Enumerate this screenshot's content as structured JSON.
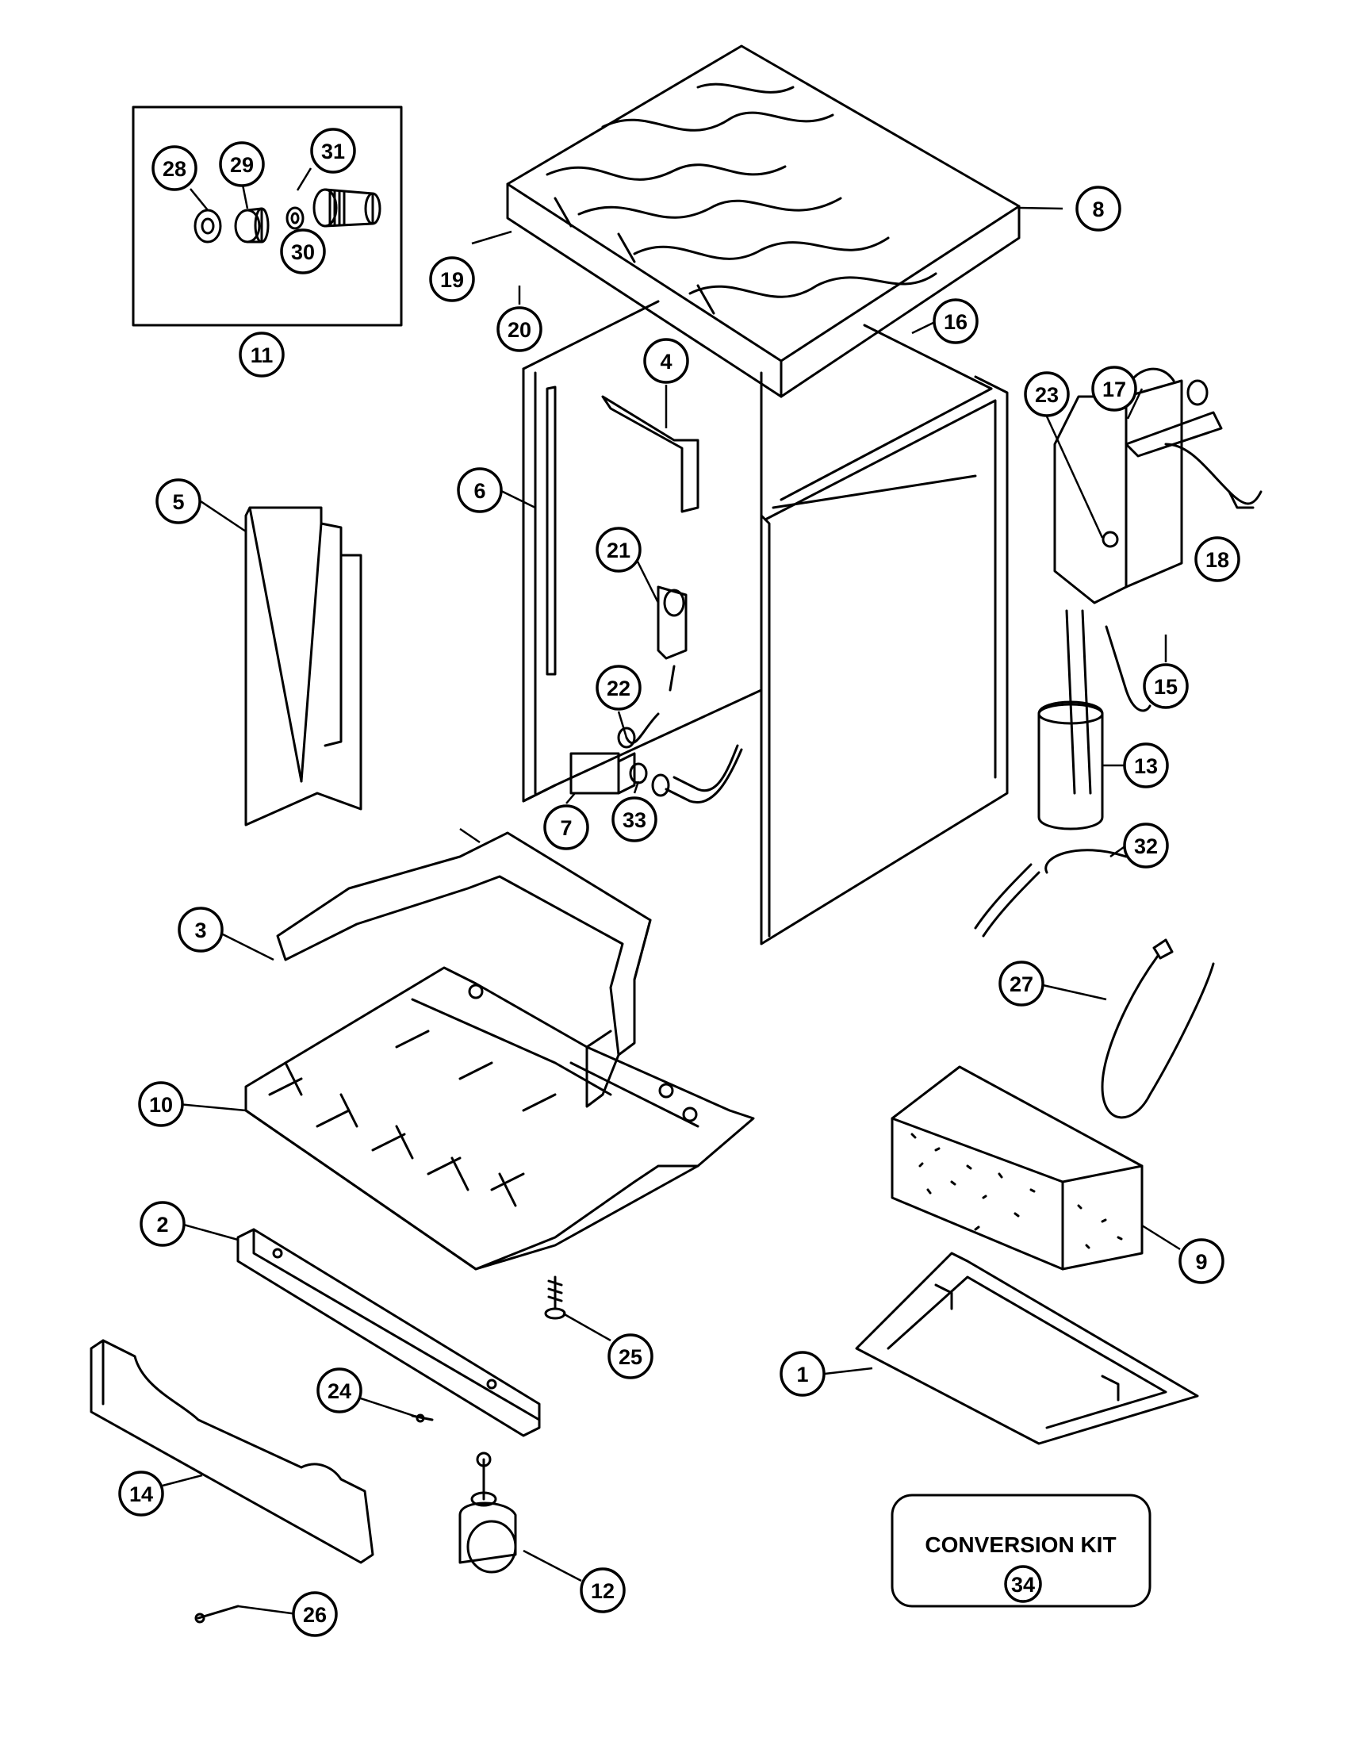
{
  "callouts": [
    {
      "id": "c28",
      "label": "28"
    },
    {
      "id": "c29",
      "label": "29"
    },
    {
      "id": "c31",
      "label": "31"
    },
    {
      "id": "c30",
      "label": "30"
    },
    {
      "id": "c11",
      "label": "11"
    },
    {
      "id": "c19",
      "label": "19"
    },
    {
      "id": "c20",
      "label": "20"
    },
    {
      "id": "c8",
      "label": "8"
    },
    {
      "id": "c16",
      "label": "16"
    },
    {
      "id": "c4",
      "label": "4"
    },
    {
      "id": "c17",
      "label": "17"
    },
    {
      "id": "c23",
      "label": "23"
    },
    {
      "id": "c5",
      "label": "5"
    },
    {
      "id": "c6",
      "label": "6"
    },
    {
      "id": "c21",
      "label": "21"
    },
    {
      "id": "c18",
      "label": "18"
    },
    {
      "id": "c15",
      "label": "15"
    },
    {
      "id": "c22",
      "label": "22"
    },
    {
      "id": "c13",
      "label": "13"
    },
    {
      "id": "c7",
      "label": "7"
    },
    {
      "id": "c33",
      "label": "33"
    },
    {
      "id": "c32",
      "label": "32"
    },
    {
      "id": "c3",
      "label": "3"
    },
    {
      "id": "c27",
      "label": "27"
    },
    {
      "id": "c10",
      "label": "10"
    },
    {
      "id": "c2",
      "label": "2"
    },
    {
      "id": "c9",
      "label": "9"
    },
    {
      "id": "c25",
      "label": "25"
    },
    {
      "id": "c1",
      "label": "1"
    },
    {
      "id": "c24",
      "label": "24"
    },
    {
      "id": "c14",
      "label": "14"
    },
    {
      "id": "c12",
      "label": "12"
    },
    {
      "id": "c26",
      "label": "26"
    }
  ],
  "conversion_kit": {
    "title": "CONVERSION KIT",
    "number": "34"
  }
}
